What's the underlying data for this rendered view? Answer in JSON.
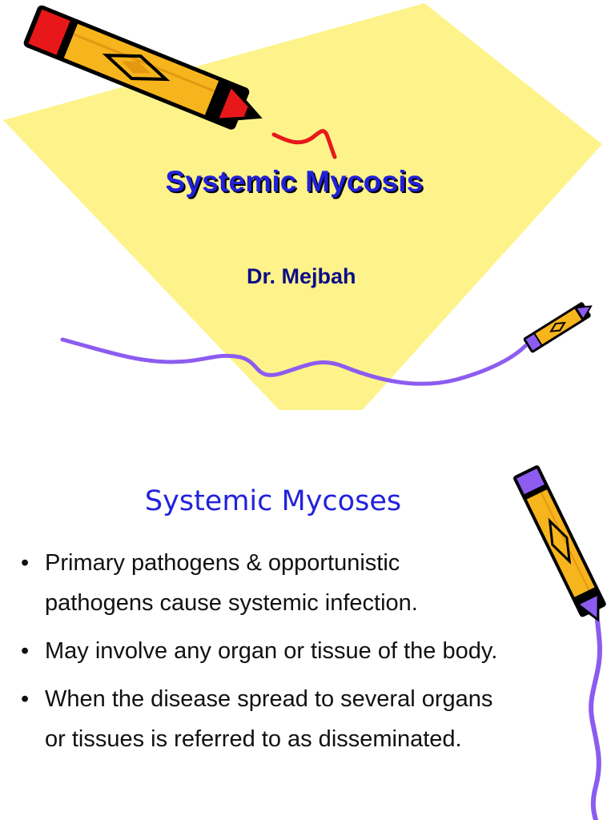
{
  "slides": [
    {
      "title": "Systemic Mycosis",
      "subtitle": "Dr. Mejbah"
    },
    {
      "title": "Systemic Mycoses",
      "bullets": [
        {
          "line1": "Primary pathogens  & opportunistic",
          "line2": "pathogens cause systemic infection."
        },
        {
          "line1": "May involve any organ or tissue of the body."
        },
        {
          "line1": "When the disease spread to several organs",
          "line2": "or tissues is referred to as disseminated."
        }
      ],
      "bullet_marker": "•"
    }
  ],
  "icons": [
    "pencil-icon",
    "pencil-icon",
    "pencil-icon"
  ],
  "colors": {
    "diamond": "#fdf38a",
    "title_blue": "#2121d9",
    "subtitle_navy": "#0d0d86",
    "squiggle_purple": "#8c5cf0",
    "squiggle_red": "#e8181a",
    "pencil_yellow": "#f7b51d"
  }
}
